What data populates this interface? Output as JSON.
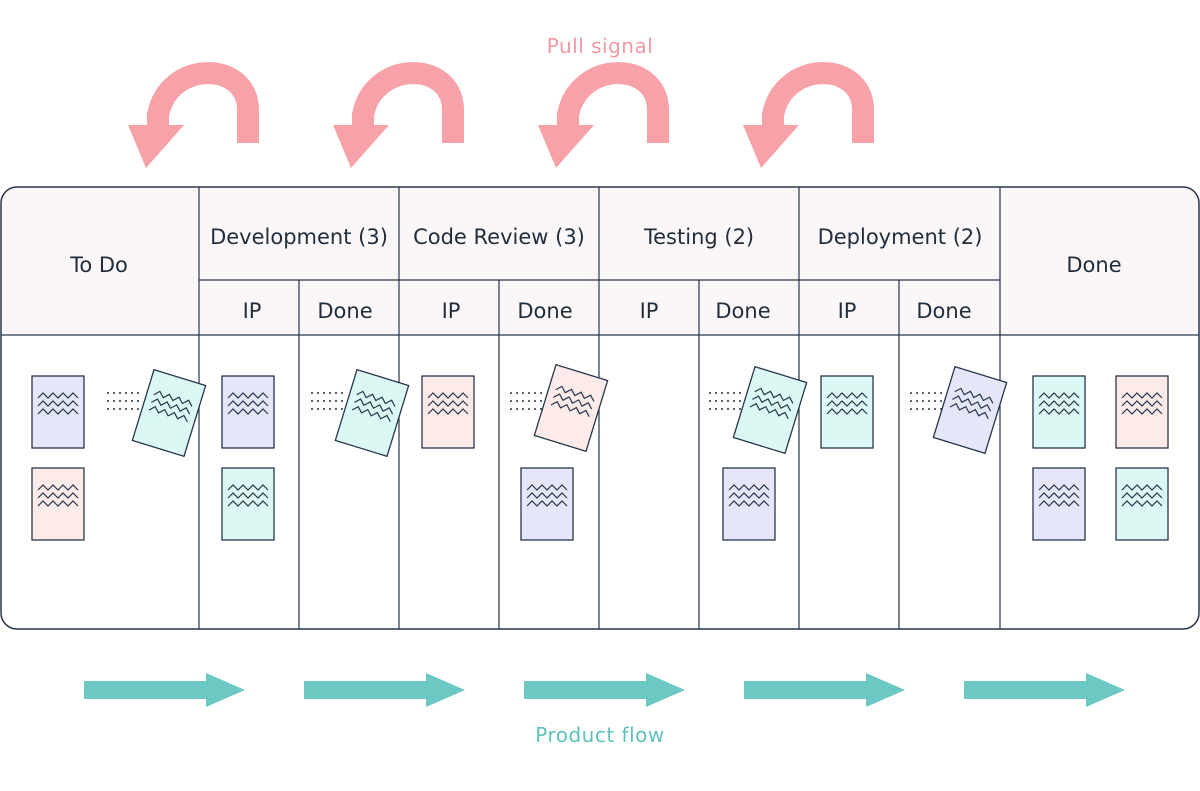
{
  "pull_signal_label": "Pull signal",
  "product_flow_label": "Product flow",
  "columns": {
    "todo": "To Do",
    "development": "Development (3)",
    "code_review": "Code Review (3)",
    "testing": "Testing (2)",
    "deployment": "Deployment (2)",
    "done": "Done"
  },
  "sub_columns": {
    "in_progress": "IP",
    "done": "Done"
  },
  "colors": {
    "pull_arrow": "#f7a1a8",
    "flow_arrow": "#6cc8c3",
    "header_bg": "#fbf7f8",
    "border": "#26364a",
    "card_lavender": "#e6e6fb",
    "card_pink": "#fdebea",
    "card_mint": "#dcf8f5"
  }
}
